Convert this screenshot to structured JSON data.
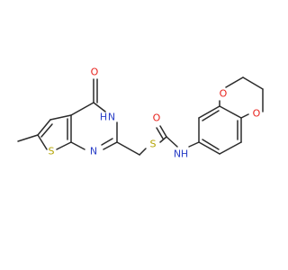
{
  "molecule": {
    "colors": {
      "bond": "#2b2b2b",
      "O": "#e8231d",
      "N": "#2a3fc7",
      "S": "#b3a300"
    },
    "atoms": {
      "O_carbonyl_ring": "O",
      "NH_ring_N": "N",
      "NH_ring_H": "H",
      "S_thiophene": "S",
      "N_pyrimidine": "N",
      "S_thioether": "S",
      "O_amide": "O",
      "NH_amide_N": "N",
      "NH_amide_H": "H",
      "O_dioxane_top": "O",
      "O_dioxane_bottom": "O"
    }
  }
}
